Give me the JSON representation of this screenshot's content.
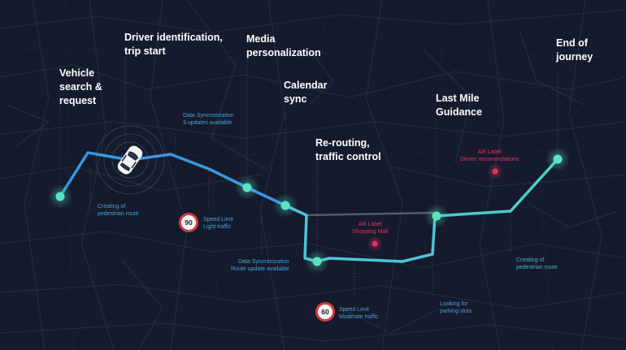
{
  "colors": {
    "background": "#151b2c",
    "street_lines": "#232a3d",
    "route_blue": "#3a96e0",
    "route_cyan": "#4ec3d8",
    "route_teal": "#44d6bd",
    "node_fill": "#5ae3c3",
    "gray_road": "#565c69",
    "ar_pink": "#e8325f",
    "speed_ring": "#d43c3c"
  },
  "stages": [
    {
      "label": "Vehicle\nsearch &\nrequest"
    },
    {
      "label": "Driver identification,\ntrip start"
    },
    {
      "label": "Media\npersonalization"
    },
    {
      "label": "Calendar\nsync"
    },
    {
      "label": "Re-routing,\ntraffic control"
    },
    {
      "label": "Last Mile\nGuidance"
    },
    {
      "label": "End of\njourney"
    }
  ],
  "annotations": {
    "data_sync_1": "Data Syncronization\n3 updates available",
    "pedestrian_1": "Creating of\npedestrian route",
    "speed_1": "Speed Limit\nLight traffic",
    "data_sync_2": "Data Syncronization\nRoute update available",
    "ar_dinner": "AR Label\nDinner recomendations",
    "ar_mall": "AR Label\nShopping Mall",
    "speed_2": "Speed Limit\nModerate traffic",
    "parking": "Looking for\nparking slots",
    "pedestrian_2": "Creating of\npedestrian route"
  },
  "speed_signs": [
    "90",
    "60"
  ],
  "icons": {
    "vehicle": "car-icon",
    "speed": "speed-limit-sign-icon",
    "ar": "ar-marker-icon"
  }
}
